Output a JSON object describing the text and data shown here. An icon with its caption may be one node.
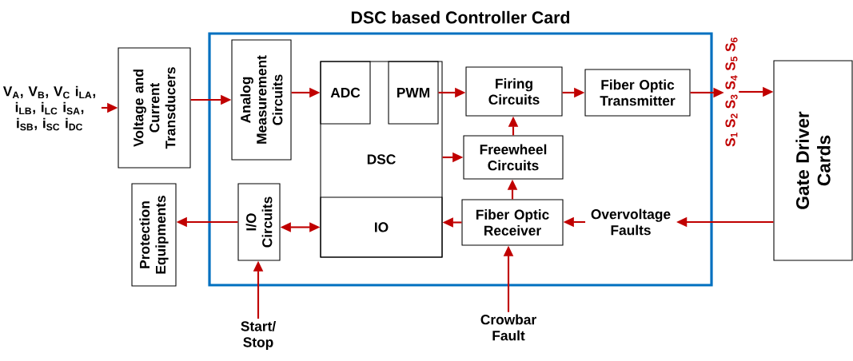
{
  "diagram": {
    "nodes": [
      {
        "text": [
          "DSC based Controller Card"
        ]
      },
      {
        "text": [
          "V$_{A}$, V$_{B}$, V$_{C}$ i$_{LA}$, i$_{LB}$, i$_{LC}$ i$_{SA}$, i$_{SB}$, i$_{SC}$ i$_{DC}$"
        ]
      },
      {
        "text": [
          "Voltage and Current Transducers"
        ]
      },
      {
        "text": [
          "Analog Measurement Circuits"
        ],
        "in": 0
      },
      {
        "text": [
          "DSC"
        ],
        "in": 0
      },
      {
        "text": [
          "ADC"
        ],
        "in": 4
      },
      {
        "text": [
          "PWM"
        ],
        "in": 4
      },
      {
        "text": [
          "IO"
        ],
        "in": 4
      },
      {
        "text": [
          "Firing Circuits"
        ],
        "in": 0
      },
      {
        "text": [
          "Freewheel Circuits"
        ],
        "in": 0
      },
      {
        "text": [
          "Fiber Optic Receiver"
        ],
        "in": 0
      },
      {
        "text": [
          "Fiber Optic Transmitter"
        ],
        "in": 0
      },
      {
        "text": [
          "Gate Driver Cards"
        ]
      },
      {
        "text": [
          "I/O Circuits"
        ],
        "in": 0
      },
      {
        "text": [
          "Protection Equipments"
        ]
      },
      {
        "text": [
          "Start/ Stop"
        ]
      },
      {
        "text": [
          "Crowbar Fault"
        ]
      },
      {
        "text": [
          "Overvoltage Faults"
        ],
        "in": 0
      },
      {
        "text": [
          "S$_{1}$ S$_{2}$ S$_{3}$ S$_{4}$ S$_{5}$ S$_{6}$"
        ]
      }
    ],
    "edges": [
      {
        "from": 1,
        "to": 2,
        "arrow": "to"
      },
      {
        "from": 2,
        "to": 3,
        "arrow": "to"
      },
      {
        "from": 3,
        "to": 5,
        "arrow": "to"
      },
      {
        "from": 6,
        "to": 8,
        "arrow": "to"
      },
      {
        "from": 8,
        "to": 11,
        "arrow": "to"
      },
      {
        "from": 11,
        "to": 18,
        "arrow": "to"
      },
      {
        "from": 18,
        "to": 12,
        "arrow": "to"
      },
      {
        "from": 4,
        "to": 9,
        "arrow": "to"
      },
      {
        "from": 9,
        "to": 8,
        "arrow": "to"
      },
      {
        "from": 10,
        "to": 9,
        "arrow": "to"
      },
      {
        "from": 10,
        "to": 7,
        "arrow": "to"
      },
      {
        "from": 12,
        "to": 17,
        "arrow": "to"
      },
      {
        "from": 17,
        "to": 10,
        "arrow": "to"
      },
      {
        "from": 16,
        "to": 10,
        "arrow": "to"
      },
      {
        "from": 15,
        "to": 13,
        "arrow": "to"
      },
      {
        "from": 13,
        "to": 14,
        "arrow": "to"
      },
      {
        "from": 13,
        "to": 7,
        "arrow": "both"
      }
    ]
  }
}
